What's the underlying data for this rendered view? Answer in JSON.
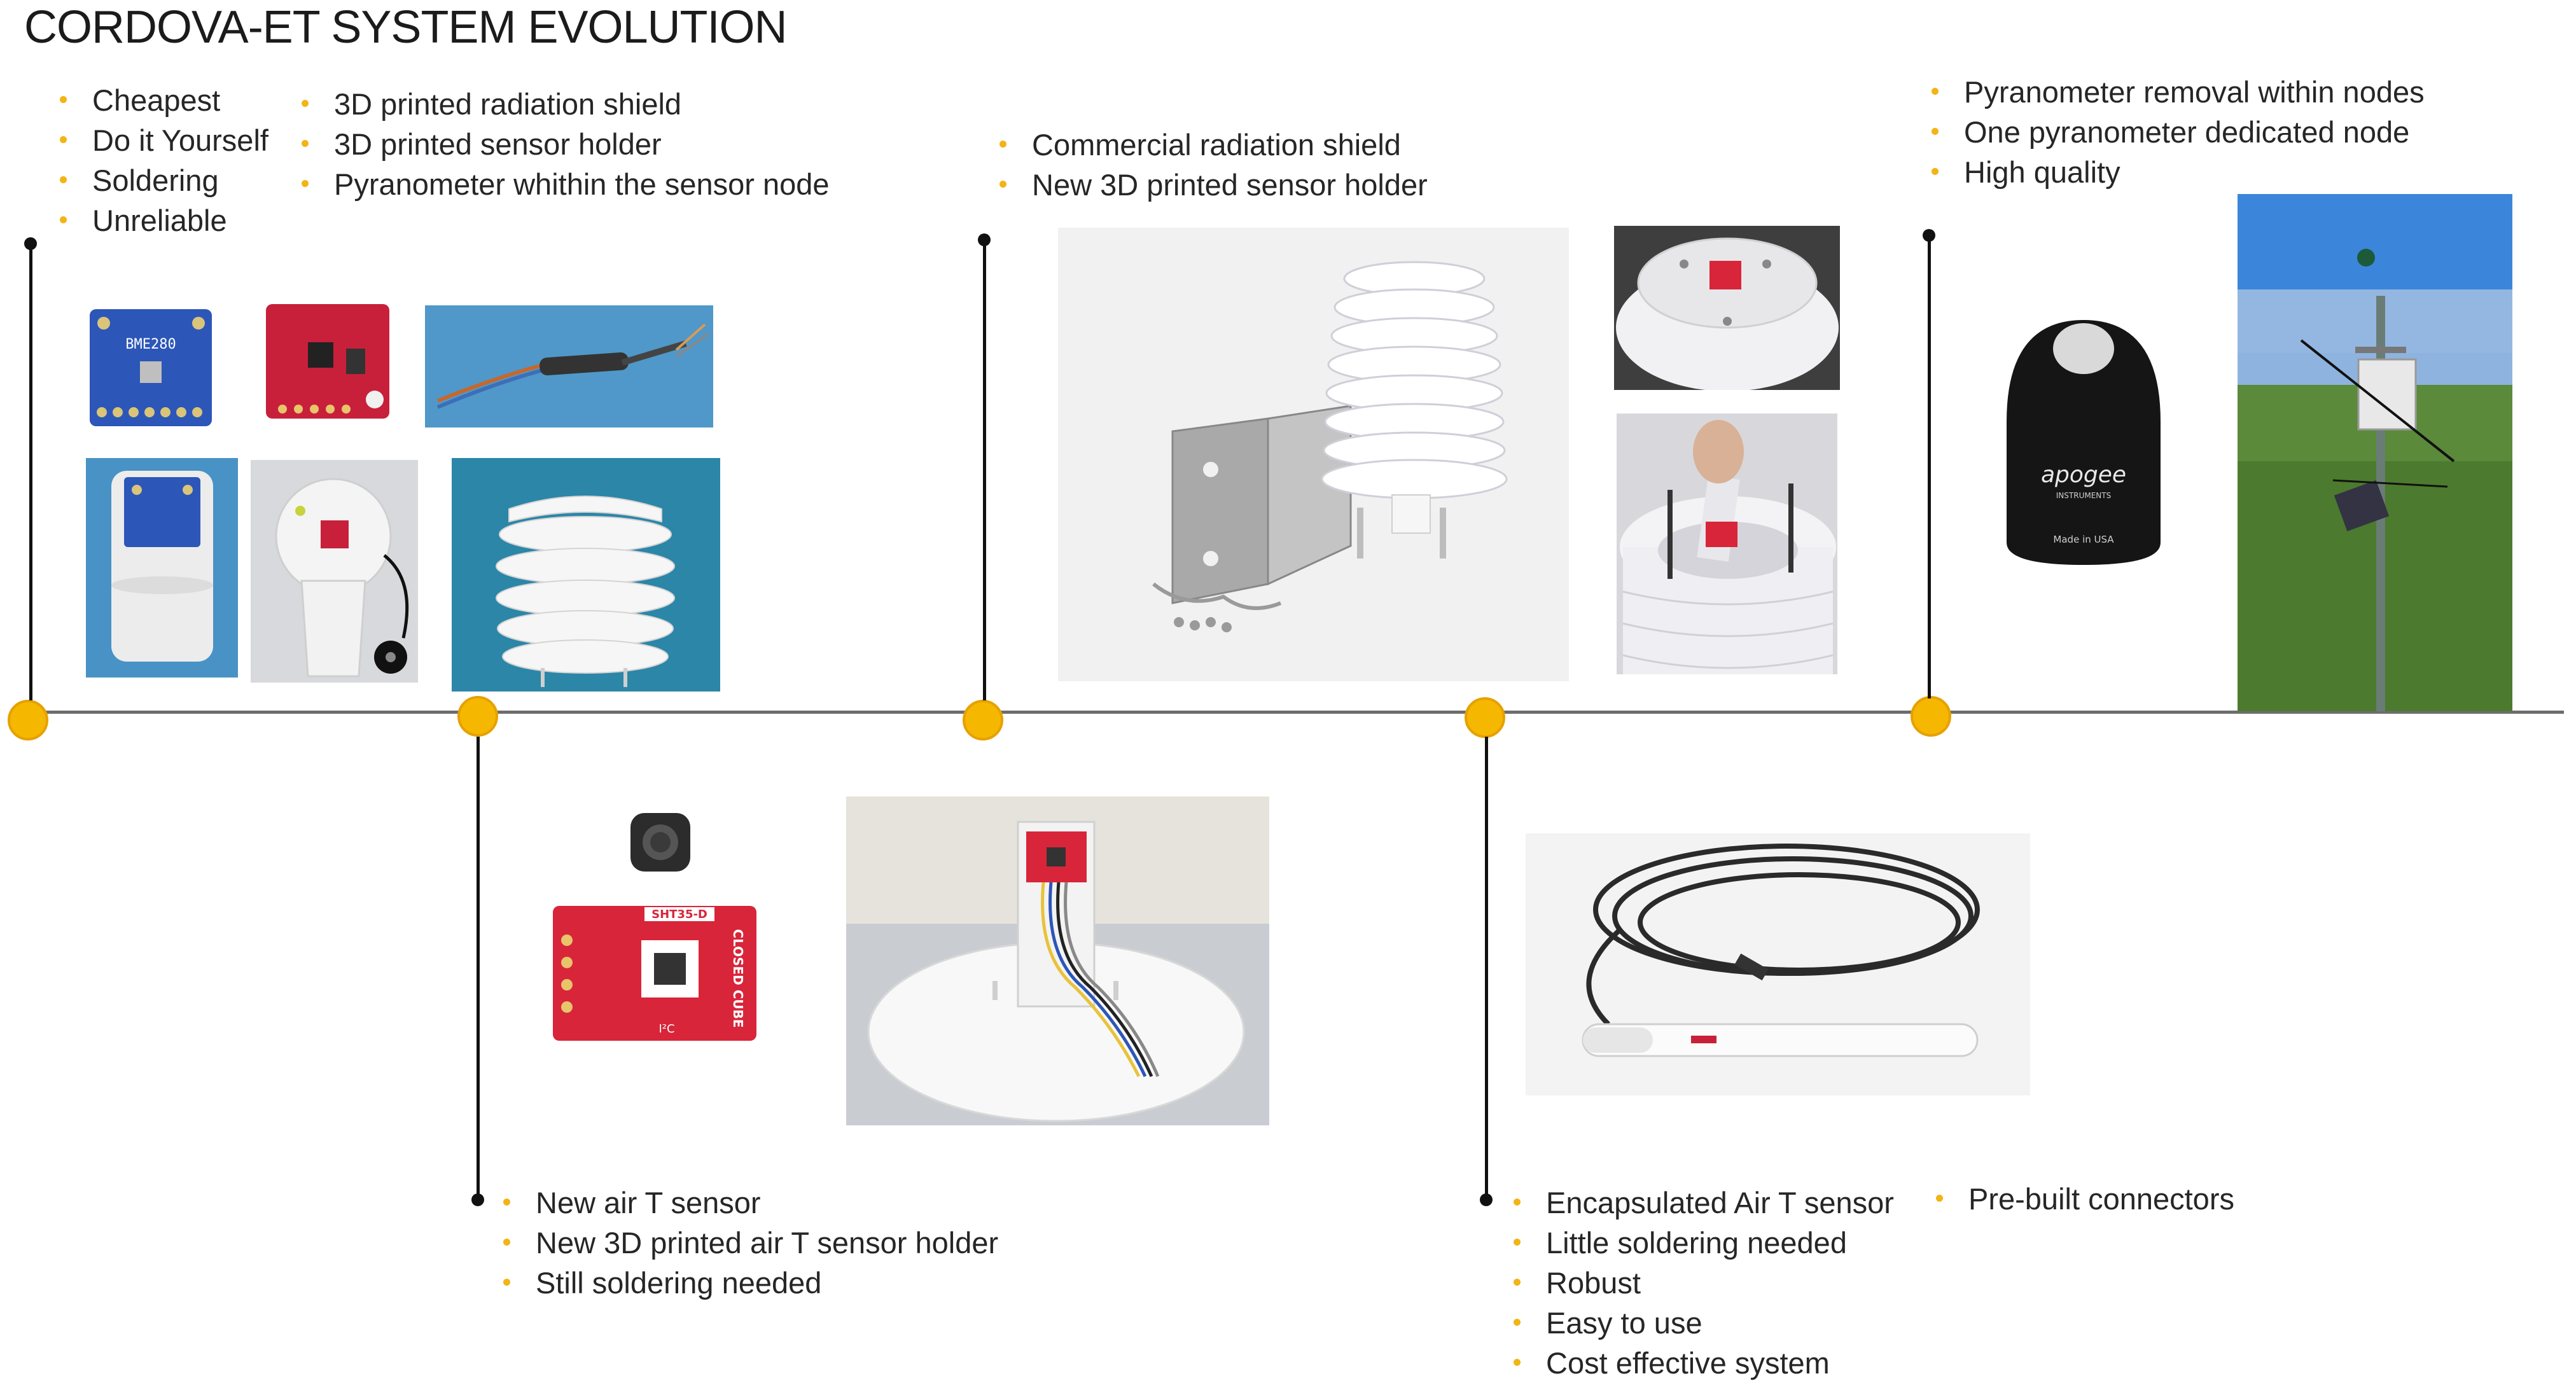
{
  "title": "CORDOVA-ET SYSTEM EVOLUTION",
  "colors": {
    "node": "#f5b700",
    "bullet": "#f2b416",
    "axis": "#6d6d6d",
    "stem": "#111111"
  },
  "stages": [
    {
      "bullets_a": [
        "Cheapest",
        "Do it Yourself",
        "Soldering",
        "Unreliable"
      ],
      "bullets_b": [
        "3D printed radiation shield",
        "3D printed sensor holder",
        "Pyranometer  whithin the sensor node"
      ]
    },
    {
      "bullets": [
        "New air T sensor",
        "New 3D printed air T sensor holder",
        "Still soldering needed"
      ]
    },
    {
      "bullets": [
        "Commercial radiation shield",
        "New 3D printed sensor holder"
      ]
    },
    {
      "bullets_a": [
        "Encapsulated Air T sensor",
        "Little soldering needed",
        "Robust",
        "Easy to use",
        "Cost effective system"
      ],
      "bullets_b": [
        "Pre-built connectors"
      ]
    },
    {
      "bullets": [
        "Pyranometer  removal  within nodes",
        "One pyranometer dedicated node",
        "High quality"
      ]
    }
  ],
  "images": {
    "bme280_board_label": "BME280",
    "sht35_board_label": "SHT35-D",
    "sht35_brand": "CLOSED CUBE",
    "sht35_bus": "I²C",
    "apogee_brand": "apogee",
    "apogee_sub": "INSTRUMENTS",
    "apogee_made": "Made in USA"
  }
}
